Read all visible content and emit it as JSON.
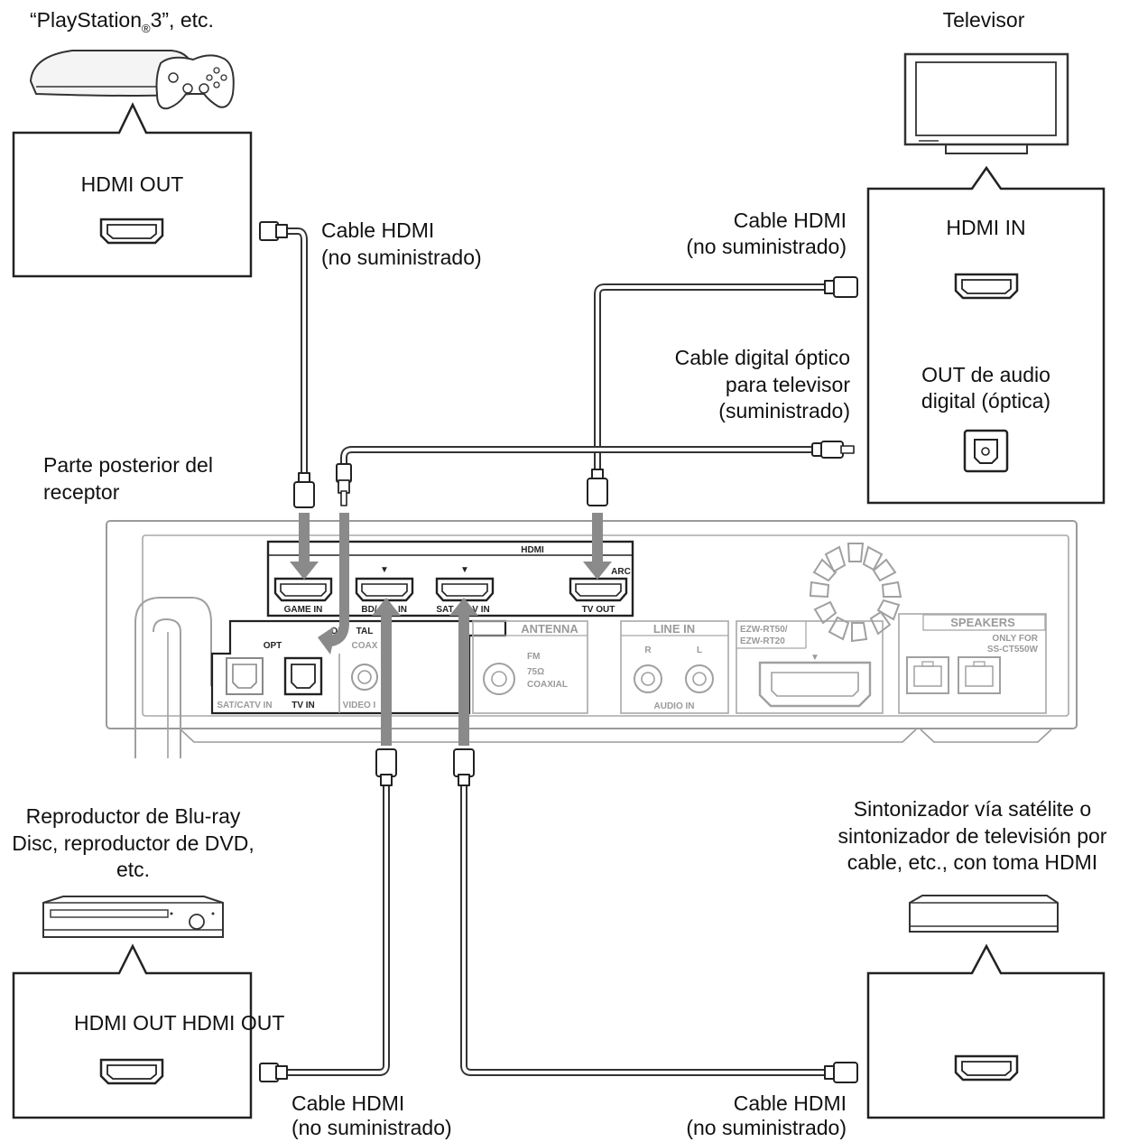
{
  "devices": {
    "ps3": {
      "title_pre": "“PlayStation",
      "title_sub": "®",
      "title_post": "3”, etc.",
      "port": "HDMI OUT"
    },
    "tv": {
      "title": "Televisor",
      "port_hdmi": "HDMI IN",
      "port_optical_line1": "OUT de audio",
      "port_optical_line2": "digital (óptica)"
    },
    "bluray": {
      "title_line1": "Reproductor de Blu-ray",
      "title_line2": "Disc, reproductor de DVD,",
      "title_line3": "etc.",
      "port": "HDMI OUT HDMI OUT"
    },
    "satellite": {
      "title_line1": "Sintonizador vía satélite o",
      "title_line2": "sintonizador de televisión por",
      "title_line3": "cable, etc., con toma HDMI"
    }
  },
  "receiver": {
    "caption_line1": "Parte posterior del",
    "caption_line2": "receptor",
    "panel": {
      "hdmi": "HDMI",
      "arc": "ARC",
      "game_in": "GAME IN",
      "bd_in": "BD/",
      "bd_in_suffix": "IN",
      "sat_in": "SAT",
      "sat_in_suffix": "V IN",
      "tv_out": "TV OUT",
      "digital": "DI",
      "digital_suffix": "TAL",
      "opt": "OPT",
      "coax": "COAX",
      "sat_catv_in": "SAT/CATV IN",
      "tv_in": "TV IN",
      "video": "VIDEO I",
      "antenna": "ANTENNA",
      "fm": "FM",
      "ohm": "75Ω",
      "coaxial": "COAXIAL",
      "line_in": "LINE IN",
      "r": "R",
      "l": "L",
      "audio_in": "AUDIO IN",
      "ezw1": "EZW-RT50/",
      "ezw2": "EZW-RT20",
      "speakers": "SPEAKERS",
      "only_for1": "ONLY FOR",
      "only_for2": "SS-CT550W"
    }
  },
  "cables": {
    "ps3_line1": "Cable HDMI",
    "ps3_line2": "(no suministrado)",
    "tv_line1": "Cable HDMI",
    "tv_line2": "(no suministrado)",
    "optical_line1": "Cable digital óptico",
    "optical_line2": "para televisor",
    "optical_line3": "(suministrado)",
    "bd_line1": "Cable HDMI",
    "bd_line2": "(no suministrado)",
    "sat_line1": "Cable HDMI",
    "sat_line2": "(no suministrado)"
  }
}
